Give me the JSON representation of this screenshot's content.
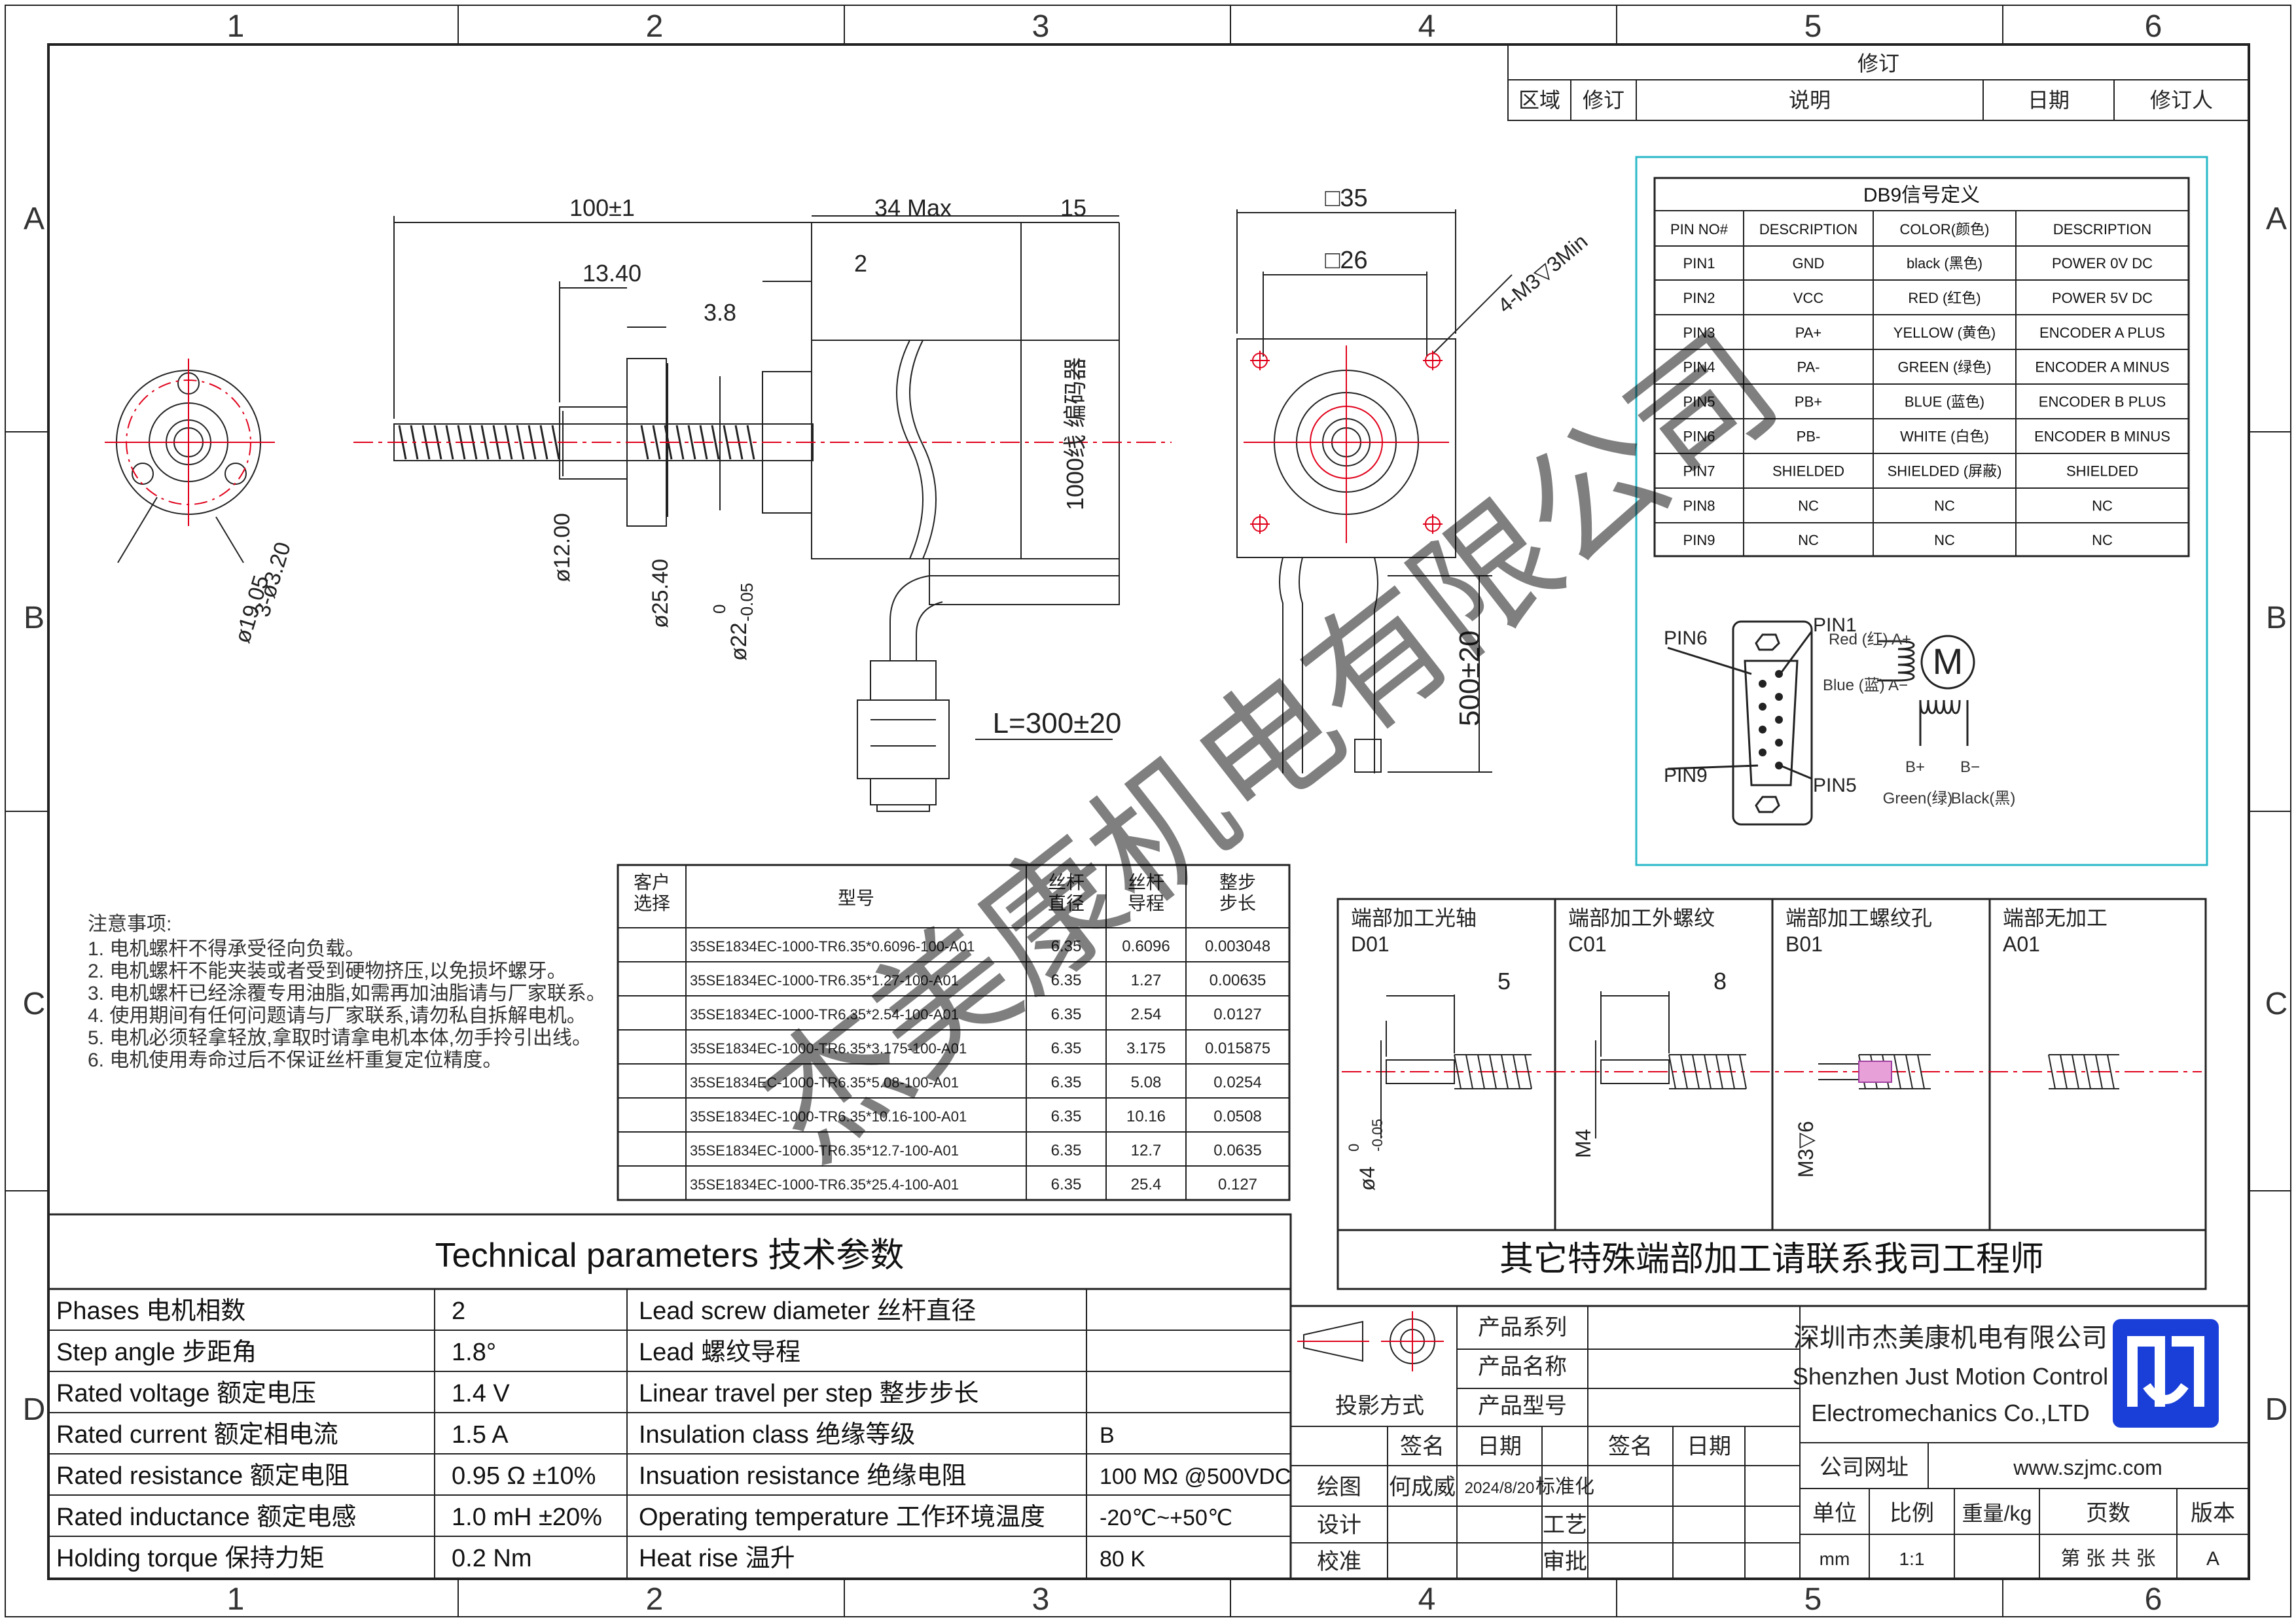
{
  "zone_columns": [
    "1",
    "2",
    "3",
    "4",
    "5",
    "6"
  ],
  "zone_rows": [
    "A",
    "B",
    "C",
    "D"
  ],
  "revision": {
    "title": "修订",
    "headers": [
      "区域",
      "修订",
      "说明",
      "日期",
      "修订人"
    ]
  },
  "dims": {
    "length": "100±1",
    "body": "34 Max",
    "encoder": "15",
    "nut_len": "13.40",
    "flange_t": "3.8",
    "step": "2",
    "nut_d": "ø12.00",
    "flange_d": "ø25.40",
    "boss_d": "ø22",
    "boss_tol_up": "0",
    "boss_tol_dn": "-0.05",
    "holes": "3-ø3.20",
    "pcd": "ø19.05",
    "encoder_label": "1000线 编码器",
    "cable_len": "L=300±20",
    "front_outer": "□35",
    "front_inner": "□26",
    "front_holes": "4-M3▽3Min",
    "lead_len": "500±20"
  },
  "db9": {
    "title": "DB9信号定义",
    "headers": [
      "PIN NO#",
      "DESCRIPTION",
      "COLOR(颜色)",
      "DESCRIPTION"
    ],
    "rows": [
      [
        "PIN1",
        "GND",
        "black (黑色)",
        "POWER 0V DC"
      ],
      [
        "PIN2",
        "VCC",
        "RED (红色)",
        "POWER 5V DC"
      ],
      [
        "PIN3",
        "PA+",
        "YELLOW (黄色)",
        "ENCODER A PLUS"
      ],
      [
        "PIN4",
        "PA-",
        "GREEN (绿色)",
        "ENCODER A MINUS"
      ],
      [
        "PIN5",
        "PB+",
        "BLUE (蓝色)",
        "ENCODER B PLUS"
      ],
      [
        "PIN6",
        "PB-",
        "WHITE (白色)",
        "ENCODER B MINUS"
      ],
      [
        "PIN7",
        "SHIELDED",
        "SHIELDED (屏蔽)",
        "SHIELDED"
      ],
      [
        "PIN8",
        "NC",
        "NC",
        "NC"
      ],
      [
        "PIN9",
        "NC",
        "NC",
        "NC"
      ]
    ],
    "pin6": "PIN6",
    "pin1": "PIN1",
    "pin9": "PIN9",
    "pin5": "PIN5",
    "red_label": "Red (红) A+",
    "blue_label": "Blue (蓝) A−",
    "b_plus": "B+",
    "b_minus": "B−",
    "green_label": "Green(绿)",
    "black_label": "Black(黑)",
    "motor": "M"
  },
  "notes": {
    "title": "注意事项:",
    "lines": [
      "1. 电机螺杆不得承受径向负载。",
      "2. 电机螺杆不能夹装或者受到硬物挤压,以免损坏螺牙。",
      "3. 电机螺杆已经涂覆专用油脂,如需再加油脂请与厂家联系。",
      "4. 使用期间有任何问题请与厂家联系,请勿私自拆解电机。",
      "5. 电机必须轻拿轻放,拿取时请拿电机本体,勿手拎引出线。",
      "6. 电机使用寿命过后不保证丝杆重复定位精度。"
    ]
  },
  "models": {
    "headers": [
      "客户\n选择",
      "型号",
      "丝杆\n直径",
      "丝杆\n导程",
      "整步\n步长"
    ],
    "rows": [
      [
        "",
        "35SE1834EC-1000-TR6.35*0.6096-100-A01",
        "6.35",
        "0.6096",
        "0.003048"
      ],
      [
        "",
        "35SE1834EC-1000-TR6.35*1.27-100-A01",
        "6.35",
        "1.27",
        "0.00635"
      ],
      [
        "",
        "35SE1834EC-1000-TR6.35*2.54-100-A01",
        "6.35",
        "2.54",
        "0.0127"
      ],
      [
        "",
        "35SE1834EC-1000-TR6.35*3.175-100-A01",
        "6.35",
        "3.175",
        "0.015875"
      ],
      [
        "",
        "35SE1834EC-1000-TR6.35*5.08-100-A01",
        "6.35",
        "5.08",
        "0.0254"
      ],
      [
        "",
        "35SE1834EC-1000-TR6.35*10.16-100-A01",
        "6.35",
        "10.16",
        "0.0508"
      ],
      [
        "",
        "35SE1834EC-1000-TR6.35*12.7-100-A01",
        "6.35",
        "12.7",
        "0.0635"
      ],
      [
        "",
        "35SE1834EC-1000-TR6.35*25.4-100-A01",
        "6.35",
        "25.4",
        "0.127"
      ]
    ]
  },
  "ends": {
    "panels": [
      {
        "title": "端部加工光轴",
        "code": "D01",
        "dim": "5",
        "side": "ø4",
        "tol_up": "0",
        "tol_dn": "-0.05"
      },
      {
        "title": "端部加工外螺纹",
        "code": "C01",
        "dim": "8",
        "side": "M4"
      },
      {
        "title": "端部加工螺纹孔",
        "code": "B01",
        "side": "M3▽6"
      },
      {
        "title": "端部无加工",
        "code": "A01"
      }
    ],
    "footer": "其它特殊端部加工请联系我司工程师"
  },
  "tech": {
    "title": "Technical parameters 技术参数",
    "rows": [
      [
        "Phases 电机相数",
        "2",
        "Lead screw diameter 丝杆直径",
        ""
      ],
      [
        "Step angle 步距角",
        "1.8°",
        "Lead 螺纹导程",
        ""
      ],
      [
        "Rated voltage 额定电压",
        "1.4 V",
        "Linear travel per step 整步步长",
        ""
      ],
      [
        "Rated current 额定相电流",
        "1.5 A",
        "Insulation class 绝缘等级",
        "B"
      ],
      [
        "Rated resistance 额定电阻",
        "0.95 Ω  ±10%",
        "Insuation resistance 绝缘电阻",
        "100 MΩ @500VDC"
      ],
      [
        "Rated inductance 额定电感",
        "1.0 mH ±20%",
        "Operating temperature 工作环境温度",
        "-20℃~+50℃"
      ],
      [
        "Holding torque 保持力矩",
        "0.2 Nm",
        "Heat rise 温升",
        "80 K"
      ]
    ]
  },
  "title_block": {
    "projection": "投影方式",
    "product_series": "产品系列",
    "product_name": "产品名称",
    "product_model": "产品型号",
    "sign": "签名",
    "date": "日期",
    "drawn": "绘图",
    "drawn_by": "何成威",
    "drawn_date": "2024/8/20",
    "design": "设计",
    "check": "校准",
    "standard": "标准化",
    "process": "工艺",
    "approve": "审批",
    "company_cn": "深圳市杰美康机电有限公司",
    "company_en1": "Shenzhen Just Motion Control",
    "company_en2": "Electromechanics Co.,LTD",
    "website_label": "公司网址",
    "website": "www.szjmc.com",
    "unit": "单位",
    "scale": "比例",
    "weight": "重量/kg",
    "pages": "页数",
    "version": "版本",
    "unit_val": "mm",
    "scale_val": "1:1",
    "pages_val": "第 张 共 张",
    "version_val": "A"
  },
  "watermark": "杰美康机电有限公司",
  "colors": {
    "line": "#222222",
    "center": "#e0001a",
    "accent": "#1a3fd8",
    "db9_border": "#2ab8c8"
  }
}
